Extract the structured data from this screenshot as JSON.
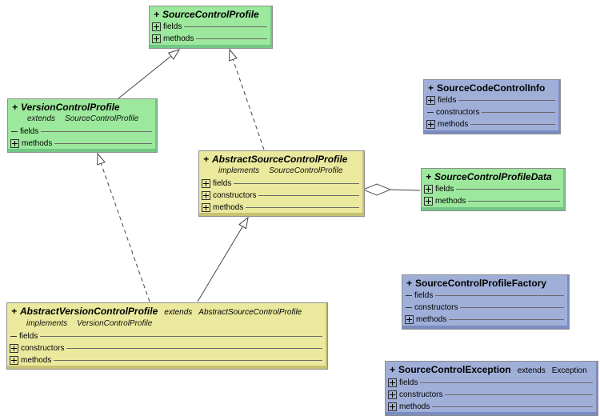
{
  "diagram": {
    "kind": "uml-class-diagram",
    "colors": {
      "interface_fill": "#9ce89c",
      "interface_edge": "#72c786",
      "abstract_fill": "#ebe99d",
      "abstract_edge": "#c6c272",
      "class_fill": "#a0afd8",
      "class_edge": "#7a8cc2",
      "box_border": "#8f8f8f",
      "connector_line": "#444444"
    }
  },
  "classes": {
    "scp": {
      "visibility": "+",
      "name": "SourceControlProfile",
      "rows": [
        {
          "icon": "expand-plus",
          "label": "fields"
        },
        {
          "icon": "expand-plus",
          "label": "methods"
        }
      ]
    },
    "vcp": {
      "visibility": "+",
      "name": "VersionControlProfile",
      "relation": {
        "keyword": "extends",
        "target": "SourceControlProfile"
      },
      "rows": [
        {
          "icon": "dash",
          "label": "fields"
        },
        {
          "icon": "expand-plus",
          "label": "methods"
        }
      ]
    },
    "ascp": {
      "visibility": "+",
      "name": "AbstractSourceControlProfile",
      "relation": {
        "keyword": "implements",
        "target": "SourceControlProfile"
      },
      "rows": [
        {
          "icon": "expand-plus",
          "label": "fields"
        },
        {
          "icon": "expand-plus",
          "label": "constructors"
        },
        {
          "icon": "expand-plus",
          "label": "methods"
        }
      ]
    },
    "scci": {
      "visibility": "+",
      "name": "SourceCodeControlInfo",
      "rows": [
        {
          "icon": "expand-plus",
          "label": "fields"
        },
        {
          "icon": "dash",
          "label": "constructors"
        },
        {
          "icon": "expand-plus",
          "label": "methods"
        }
      ]
    },
    "scpd": {
      "visibility": "+",
      "name": "SourceControlProfileData",
      "rows": [
        {
          "icon": "expand-plus",
          "label": "fields"
        },
        {
          "icon": "expand-plus",
          "label": "methods"
        }
      ]
    },
    "scpf": {
      "visibility": "+",
      "name": "SourceControlProfileFactory",
      "rows": [
        {
          "icon": "dash",
          "label": "fields"
        },
        {
          "icon": "dash",
          "label": "constructors"
        },
        {
          "icon": "expand-plus",
          "label": "methods"
        }
      ]
    },
    "sce": {
      "visibility": "+",
      "name": "SourceControlException",
      "inline_relation": {
        "keyword": "extends",
        "target": "Exception"
      },
      "rows": [
        {
          "icon": "expand-plus",
          "label": "fields"
        },
        {
          "icon": "expand-plus",
          "label": "constructors"
        },
        {
          "icon": "expand-plus",
          "label": "methods"
        }
      ]
    },
    "avcp": {
      "visibility": "+",
      "name": "AbstractVersionControlProfile",
      "inline_relation": {
        "keyword": "extends",
        "target": "AbstractSourceControlProfile"
      },
      "relation": {
        "keyword": "implements",
        "target": "VersionControlProfile"
      },
      "rows": [
        {
          "icon": "dash",
          "label": "fields"
        },
        {
          "icon": "expand-plus",
          "label": "constructors"
        },
        {
          "icon": "expand-plus",
          "label": "methods"
        }
      ]
    }
  },
  "connectors": [
    {
      "type": "generalization",
      "from": "VersionControlProfile",
      "to": "SourceControlProfile",
      "line": "solid",
      "head": "hollow-triangle"
    },
    {
      "type": "realization",
      "from": "AbstractSourceControlProfile",
      "to": "SourceControlProfile",
      "line": "dashed",
      "head": "hollow-triangle"
    },
    {
      "type": "realization",
      "from": "AbstractVersionControlProfile",
      "to": "VersionControlProfile",
      "line": "dashed",
      "head": "hollow-triangle"
    },
    {
      "type": "generalization",
      "from": "AbstractVersionControlProfile",
      "to": "AbstractSourceControlProfile",
      "line": "solid",
      "head": "hollow-triangle"
    },
    {
      "type": "aggregation",
      "from": "AbstractSourceControlProfile",
      "to": "SourceControlProfileData",
      "line": "solid",
      "head": "hollow-diamond"
    }
  ]
}
